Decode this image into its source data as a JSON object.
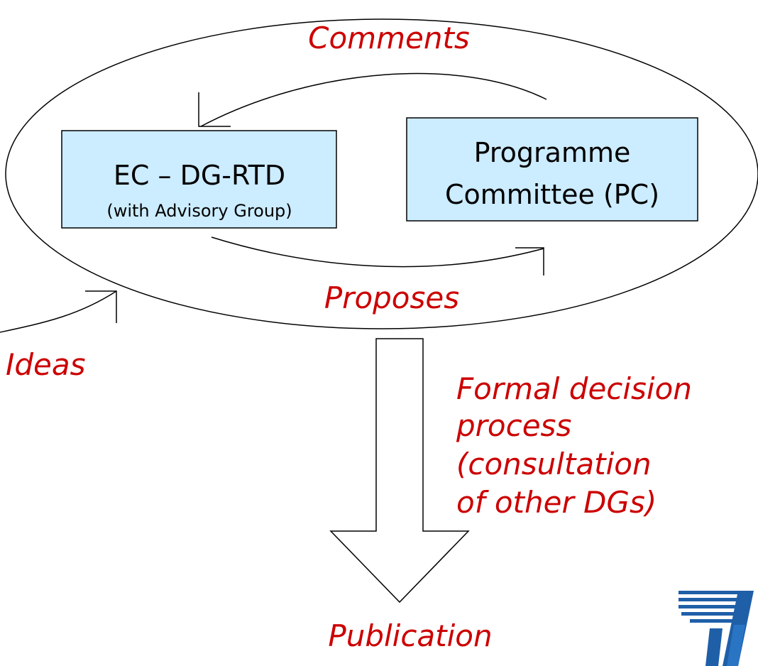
{
  "labels": {
    "comments": "Comments",
    "proposes": "Proposes",
    "ideas": "Ideas",
    "formal_line1": "Formal decision",
    "formal_line2": "process",
    "formal_line3": "(consultation",
    "formal_line4": "of other DGs)",
    "publication": "Publication"
  },
  "nodes": {
    "ec": {
      "title": "EC – DG-RTD",
      "subtitle": "(with Advisory Group)"
    },
    "pc": {
      "line1": "Programme",
      "line2": "Committee (PC)"
    }
  },
  "colors": {
    "box_fill": "#ccecff",
    "label_red": "#cc0000",
    "logo_blue": "#1f5fa8"
  },
  "icons": {
    "logo": "fp7-logo-icon"
  }
}
